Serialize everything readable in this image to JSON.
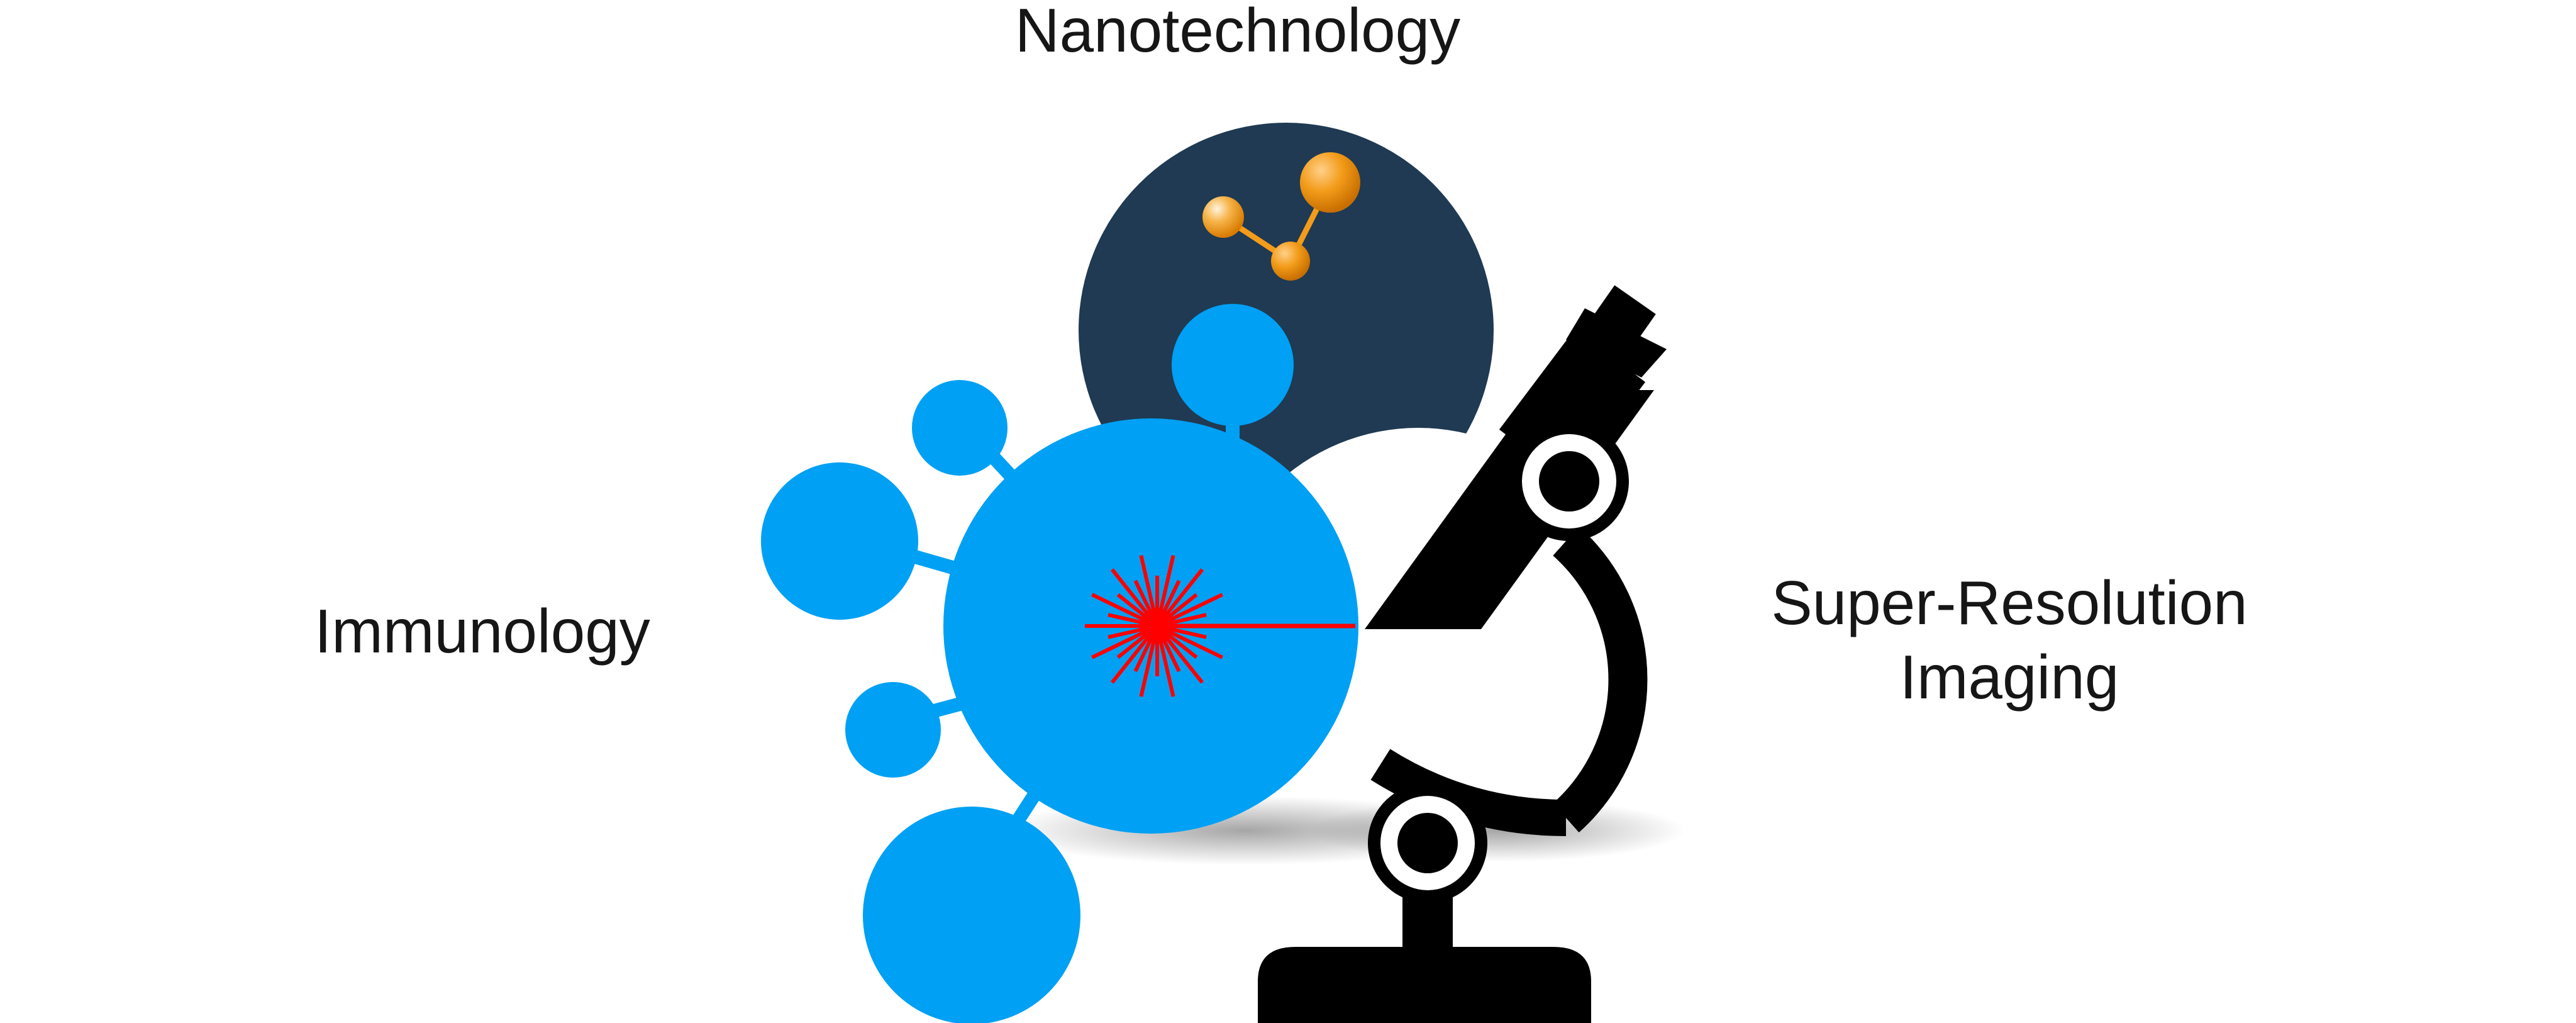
{
  "labels": {
    "nanotechnology": "Nanotechnology",
    "immunology": "Immunology",
    "super_resolution_line1": "Super-Resolution",
    "super_resolution_line2": "Imaging"
  },
  "colors": {
    "nano_circle": "#1f3a52",
    "cell_blue": "#00a0f4",
    "laser_red": "#ff0000",
    "microscope": "#000000",
    "molecule_orange": "#f39c1a",
    "text": "#161616"
  },
  "icons": [
    "molecule-icon",
    "immune-cell-icon",
    "laser-icon",
    "microscope-icon"
  ]
}
